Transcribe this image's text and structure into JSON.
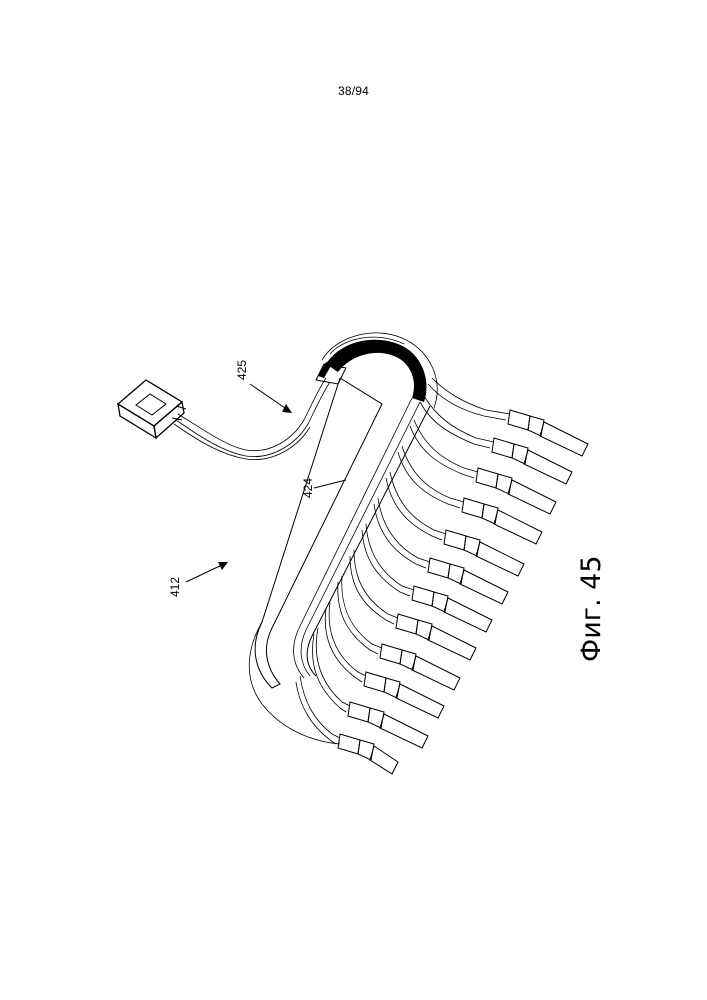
{
  "sheet": {
    "page_number": "38/94",
    "figure_label": "Фиг. 45"
  },
  "references": {
    "assembly": "412",
    "trunk": "424",
    "transition": "425"
  },
  "colors": {
    "ink": "#000000",
    "paper": "#ffffff"
  },
  "drawing": {
    "connector_count": 12
  }
}
